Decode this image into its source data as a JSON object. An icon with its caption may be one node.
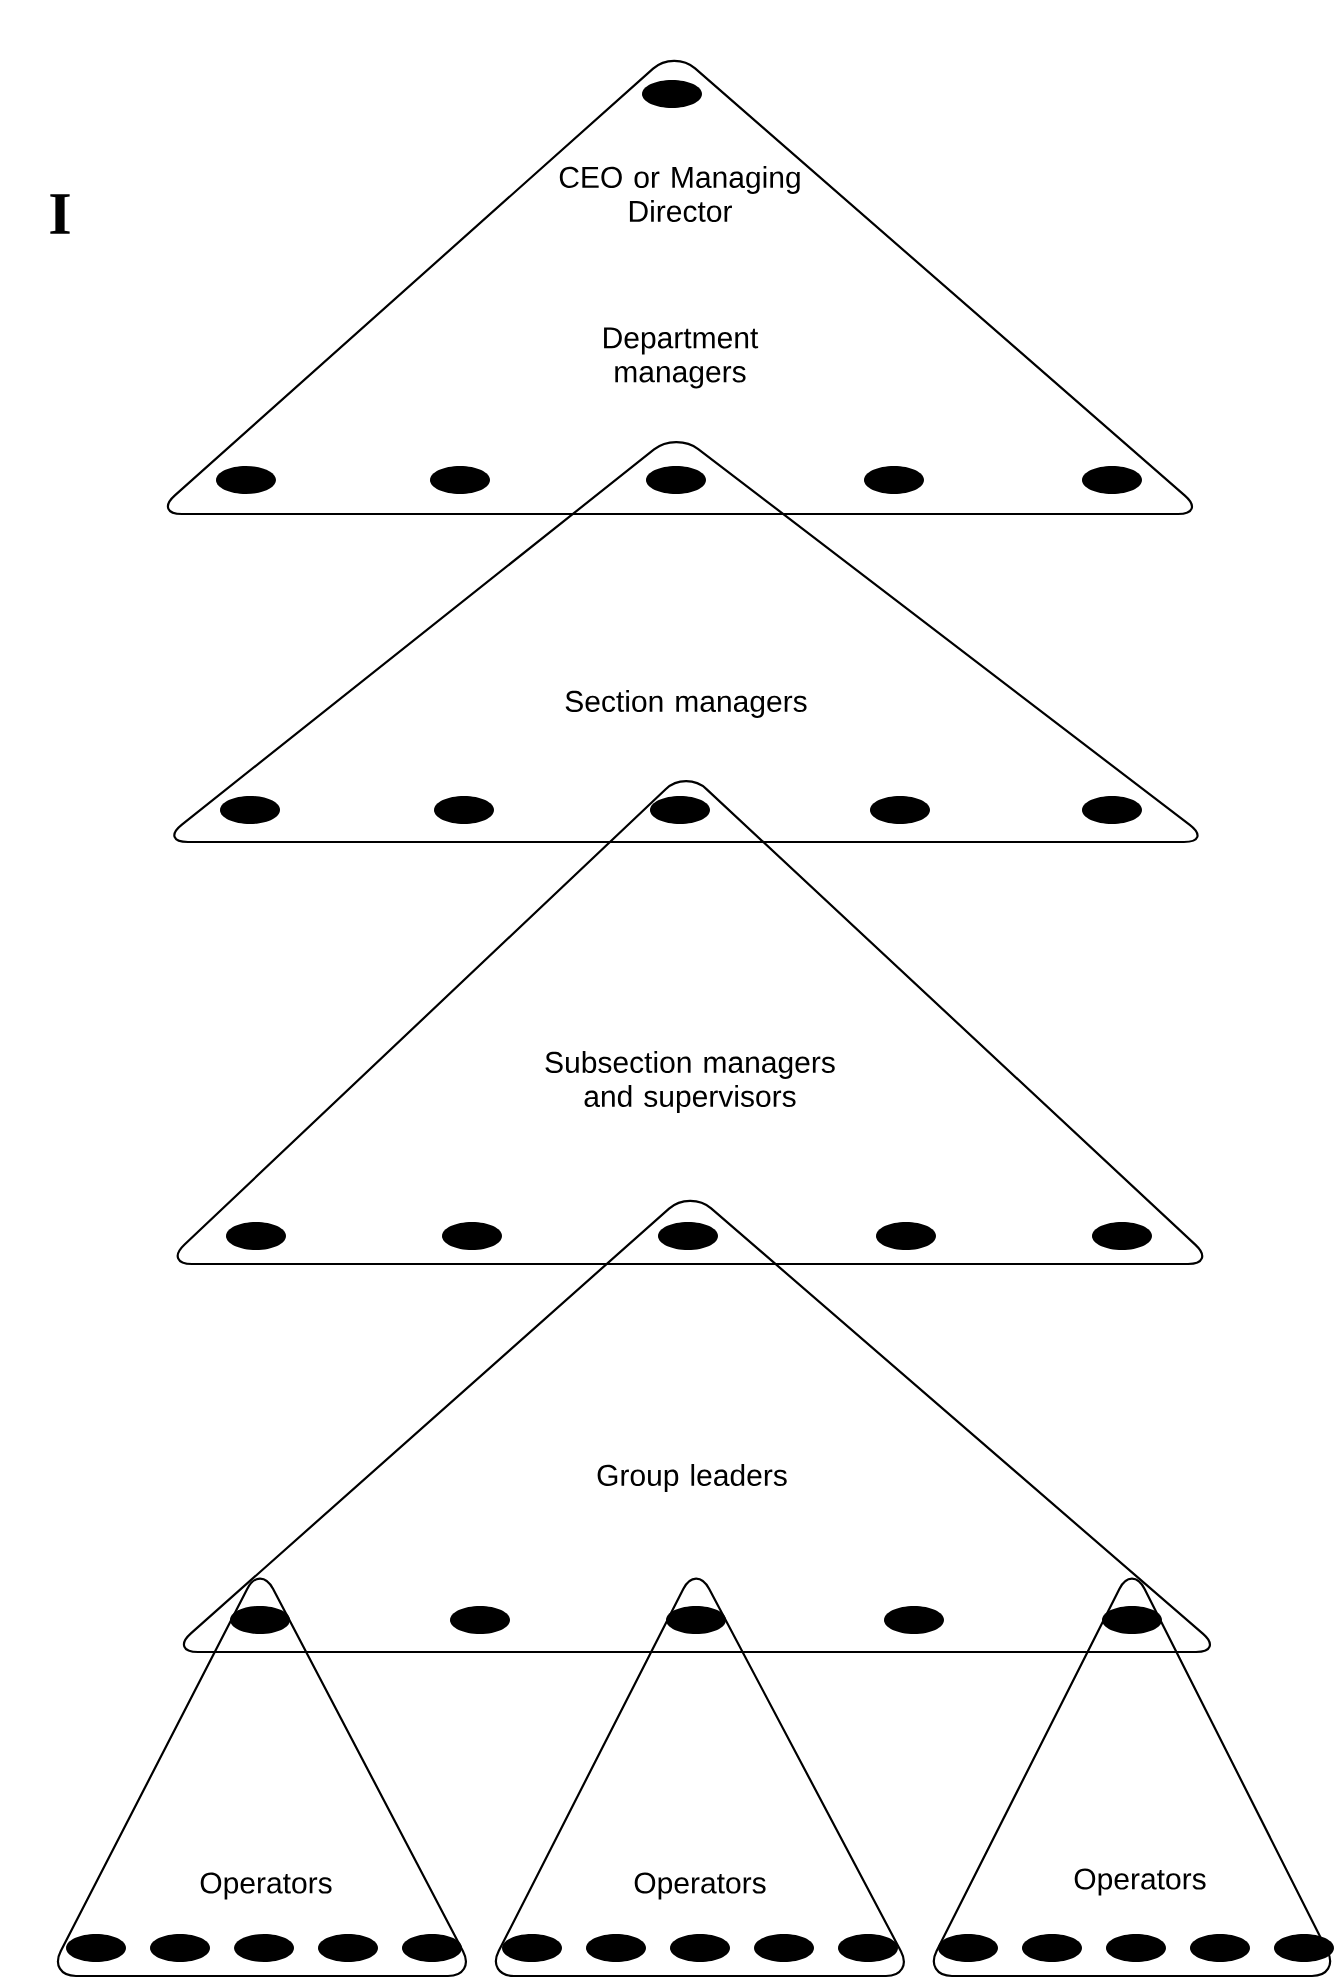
{
  "diagram": {
    "nodes": [
      {
        "text": [
          "CEO or Managing Director",
          "Department managers"
        ]
      },
      {
        "text": [
          "Section managers"
        ]
      },
      {
        "text": [
          "Subsection managers and supervisors"
        ]
      },
      {
        "text": [
          "Group leaders"
        ]
      },
      {
        "text": [
          "Operators"
        ]
      },
      {
        "text": [
          "Operators"
        ]
      },
      {
        "text": [
          "Operators"
        ]
      }
    ],
    "labels": [
      "I"
    ]
  }
}
